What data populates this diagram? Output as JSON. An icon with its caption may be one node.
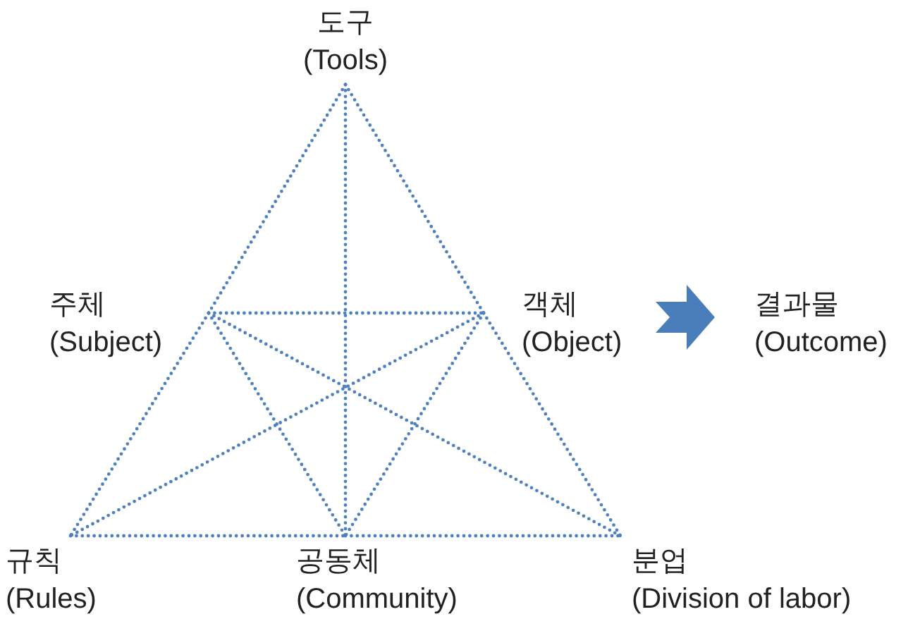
{
  "diagram": {
    "nodes": [
      {
        "text": [
          "도구",
          "(Tools)"
        ]
      },
      {
        "text": [
          "주체",
          "(Subject)"
        ]
      },
      {
        "text": [
          "객체",
          "(Object)"
        ]
      },
      {
        "text": [
          "결과물",
          "(Outcome)"
        ]
      },
      {
        "text": [
          "규칙",
          "(Rules)"
        ]
      },
      {
        "text": [
          "공동체",
          "(Community)"
        ]
      },
      {
        "text": [
          "분업",
          "(Division of labor)"
        ]
      }
    ],
    "edges": [
      {
        "from": 0,
        "to": 1,
        "arrow": "none",
        "style": "dashed"
      },
      {
        "from": 1,
        "to": 4,
        "arrow": "none",
        "style": "dashed"
      },
      {
        "from": 0,
        "to": 2,
        "arrow": "none",
        "style": "dashed"
      },
      {
        "from": 2,
        "to": 6,
        "arrow": "none",
        "style": "dashed"
      },
      {
        "from": 4,
        "to": 5,
        "arrow": "none",
        "style": "dashed"
      },
      {
        "from": 5,
        "to": 6,
        "arrow": "none",
        "style": "dashed"
      },
      {
        "from": 1,
        "to": 2,
        "arrow": "none",
        "style": "dashed"
      },
      {
        "from": 0,
        "to": 5,
        "arrow": "none",
        "style": "dashed"
      },
      {
        "from": 1,
        "to": 6,
        "arrow": "none",
        "style": "dashed"
      },
      {
        "from": 1,
        "to": 5,
        "arrow": "none",
        "style": "dashed"
      },
      {
        "from": 2,
        "to": 4,
        "arrow": "none",
        "style": "dashed"
      },
      {
        "from": 2,
        "to": 5,
        "arrow": "none",
        "style": "dashed"
      },
      {
        "from": 2,
        "to": 3,
        "arrow": "to",
        "style": "thick"
      }
    ]
  }
}
